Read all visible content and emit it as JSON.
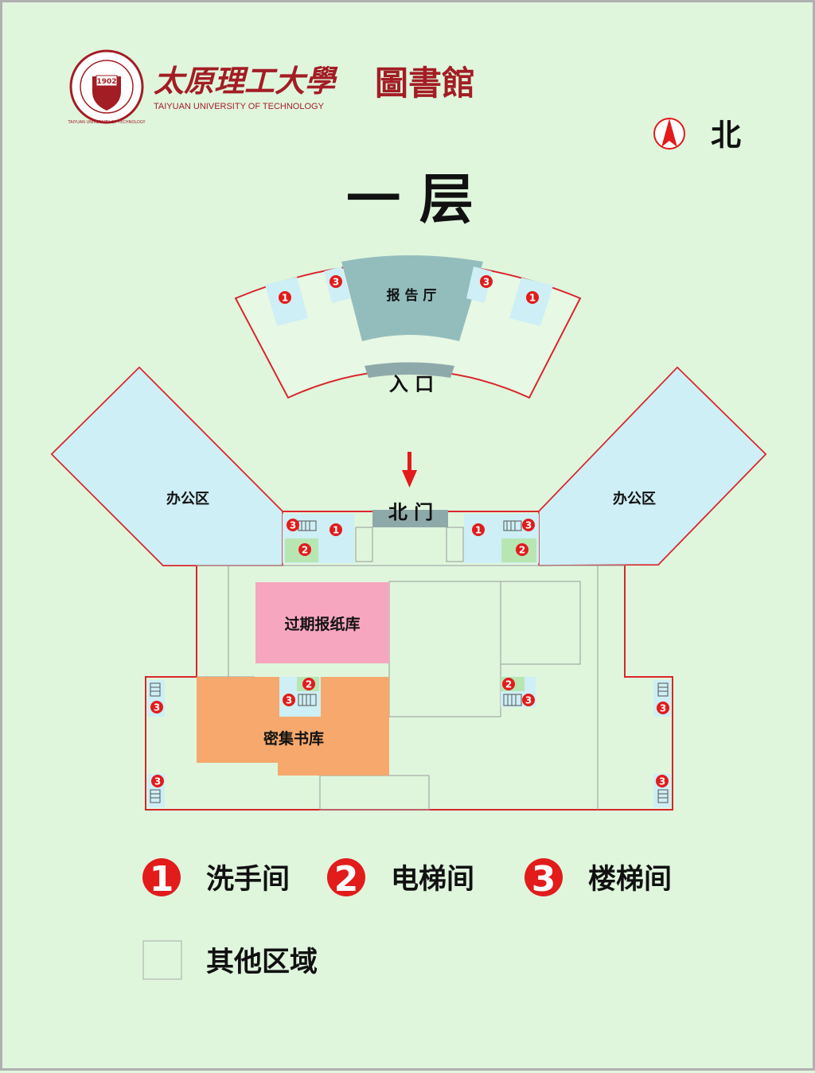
{
  "header": {
    "university_cn": "太原理工大學",
    "university_en": "TAIYUAN UNIVERSITY OF TECHNOLOGY",
    "library_cn": "圖書館",
    "seal_year": "1902",
    "seal_ring_text": "TAIYUAN UNIVERSITY OF TECHNOLOGY"
  },
  "compass": {
    "label": "北",
    "icon": "north-arrow-icon"
  },
  "floor_title": "一 层",
  "rooms": {
    "report_hall": "报 告 厅",
    "entrance": "入 口",
    "office_left": "办公区",
    "office_right": "办公区",
    "north_gate": "北 门",
    "newspaper_storage": "过期报纸库",
    "compact_storage": "密集书库"
  },
  "legend": {
    "items": [
      {
        "num": "1",
        "label": "洗手间"
      },
      {
        "num": "2",
        "label": "电梯间"
      },
      {
        "num": "3",
        "label": "楼梯间"
      }
    ],
    "other_label": "其他区域"
  },
  "colors": {
    "badge": "#e21b1b",
    "wall": "#d9262b",
    "office": "#cdeff5",
    "hall": "#93bdbd",
    "newspaper": "#f7a6c0",
    "compact": "#f6a86d",
    "elevator": "#b8e6b3",
    "brand": "#a31d24"
  }
}
